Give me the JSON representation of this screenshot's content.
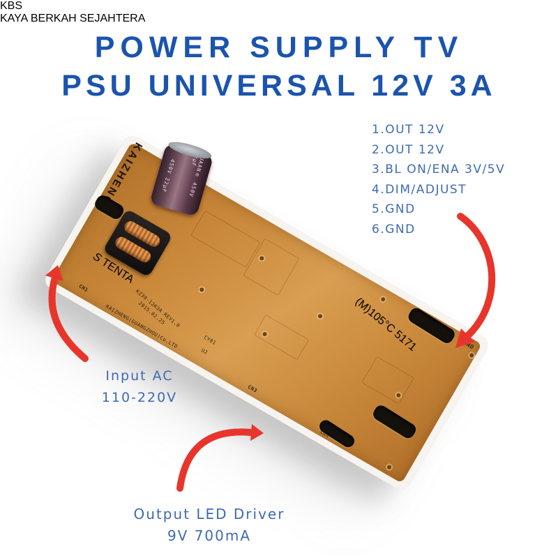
{
  "title": {
    "line1": "POWER SUPPLY TV",
    "line2": "PSU UNIVERSAL 12V 3A"
  },
  "pinout": {
    "items": [
      "1.OUT 12V",
      "2.OUT 12V",
      "3.BL ON/ENA 3V/5V",
      "4.DIM/ADJUST",
      "5.GND",
      "6.GND"
    ]
  },
  "annotations": {
    "input": {
      "line1": "Input AC",
      "line2": "110-220V"
    },
    "output": {
      "line1": "Output LED Driver",
      "line2": "9V 700mA"
    }
  },
  "board": {
    "silkscreen": {
      "brand": "KAIZHENG",
      "gnd": "GND",
      "cn1": "CN1",
      "cn3": "CN3",
      "cn4": "CN4",
      "cy": "CY01",
      "u": "U2",
      "model": "KZ30-12K3A REV1.0",
      "date": "2015.02.25",
      "maker": "KAIZHENG(GUANGZHOU)Co.LTD"
    },
    "capacitor_label": {
      "line1": "450V 22µF",
      "line2": "LUAAN® 450V 22µF"
    },
    "lying_capacitor_label": "(M)105°C 5171",
    "film_capacitor_label": "TENTA"
  },
  "watermark": {
    "text": "KBS",
    "subtext": "KAYA BERKAH SEJAHTERA"
  },
  "colors": {
    "title_blue": "#1b54ad",
    "annotation_blue": "#3e6ab1",
    "arrow_red": "#e8352b",
    "pcb_orange": "#c9883a",
    "board_edge_white": "#f7f4ef",
    "watermark_gold": "#c79b2d",
    "watermark_subtext_blue": "#7db9e1"
  }
}
